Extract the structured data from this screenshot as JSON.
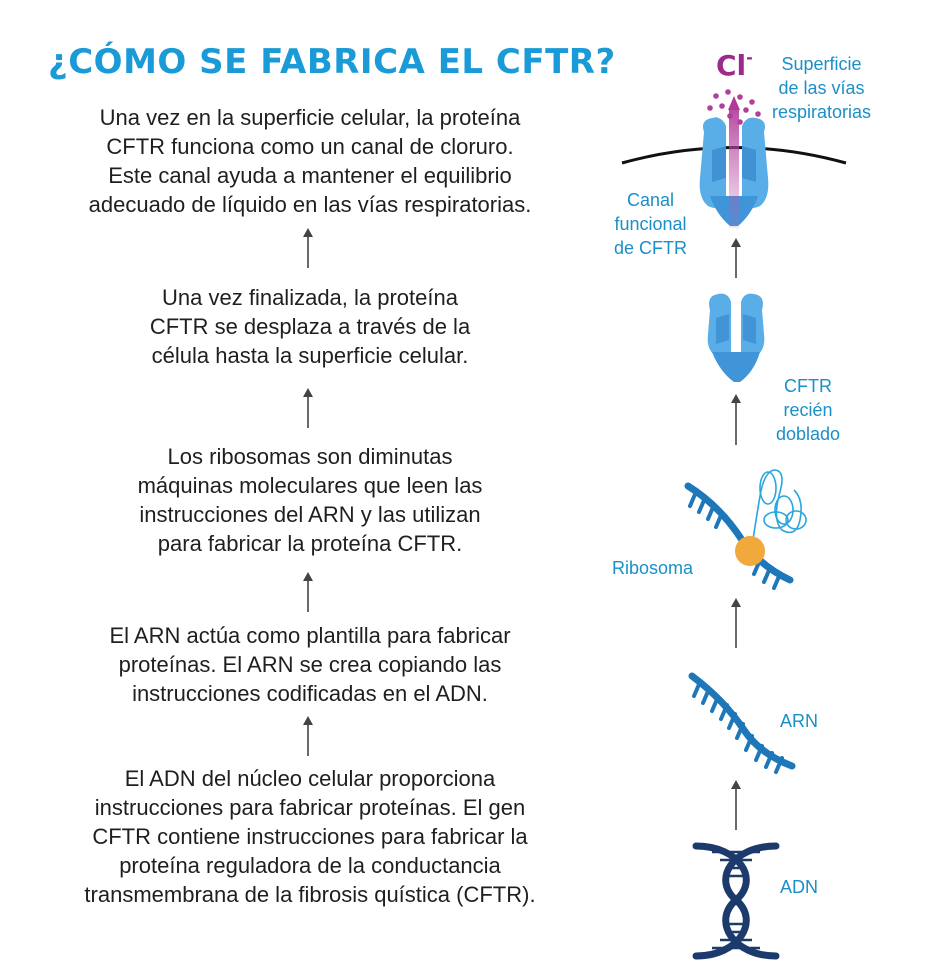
{
  "title": "¿CÓMO SE FABRICA EL CFTR?",
  "steps": [
    {
      "lines": [
        "Una vez en la superficie celular, la proteína",
        "CFTR funciona como un canal de cloruro.",
        "Este canal ayuda a mantener el equilibrio",
        "adecuado de líquido en las vías respiratorias."
      ]
    },
    {
      "lines": [
        "Una vez finalizada, la proteína",
        "CFTR se desplaza a través de la",
        "célula hasta la superficie celular."
      ]
    },
    {
      "lines": [
        "Los ribosomas son diminutas",
        "máquinas moleculares que leen las",
        "instrucciones del ARN y las utilizan",
        "para fabricar la proteína CFTR."
      ]
    },
    {
      "lines": [
        "El ARN actúa como plantilla para fabricar",
        "proteínas. El ARN se crea copiando las",
        "instrucciones codificadas en el ADN."
      ]
    },
    {
      "lines": [
        "El ADN del núcleo celular proporciona",
        "instrucciones para fabricar proteínas. El gen",
        "CFTR contiene instrucciones para fabricar la",
        "proteína reguladora de la conductancia",
        "transmembrana de la fibrosis quística (CFTR)."
      ]
    }
  ],
  "figure": {
    "chloride": {
      "symbol": "Cl",
      "charge": "-"
    },
    "labels": {
      "surface": [
        "Superficie",
        "de las vías",
        "respiratorias"
      ],
      "functional_channel": [
        "Canal",
        "funcional",
        "de CFTR"
      ],
      "newly_folded": [
        "CFTR",
        "recién",
        "doblado"
      ],
      "ribosome": [
        "Ribosoma"
      ],
      "rna": [
        "ARN"
      ],
      "dna": [
        "ADN"
      ]
    }
  },
  "colors": {
    "title": "#1a9bd7",
    "label": "#1a8fc8",
    "protein": "#5aaee8",
    "protein_dark": "#2f7fc6",
    "strand": "#1d77b8",
    "dna": "#1c3a6b",
    "ribosome": "#f2a93b",
    "chloride": "#9b2a8a",
    "arrow": "#444444"
  }
}
